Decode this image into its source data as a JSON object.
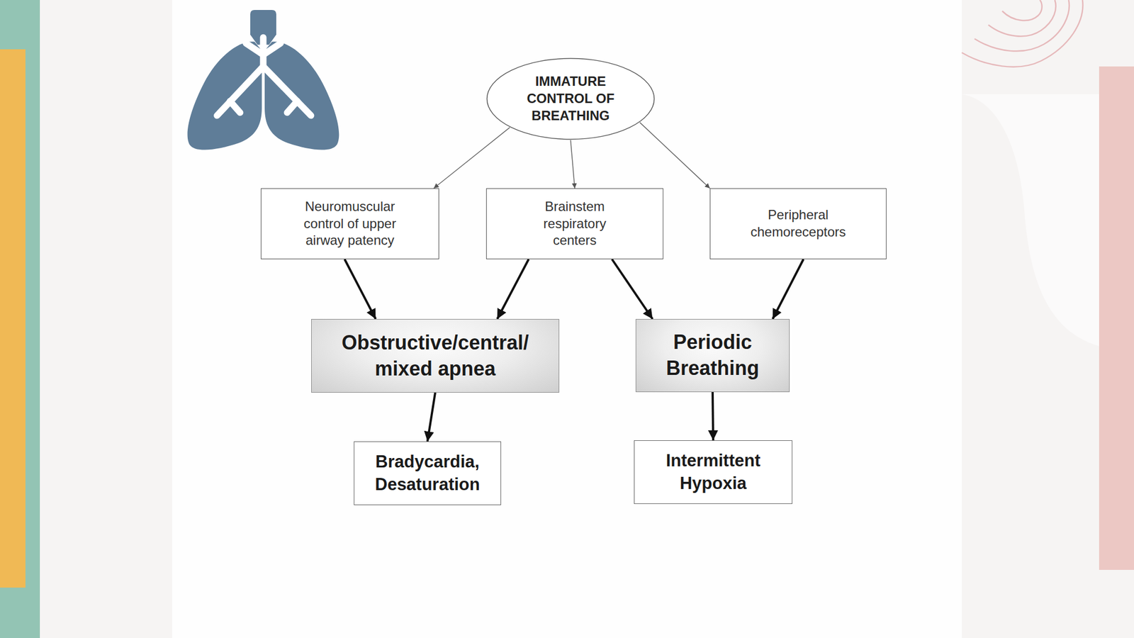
{
  "diagram": {
    "nodes": [
      {
        "text": [
          "IMMATURE CONTROL OF BREATHING"
        ]
      },
      {
        "text": [
          "Neuromuscular control of upper airway patency"
        ]
      },
      {
        "text": [
          "Brainstem respiratory centers"
        ]
      },
      {
        "text": [
          "Peripheral chemoreceptors"
        ]
      },
      {
        "text": [
          "Obstructive/central/ mixed apnea"
        ]
      },
      {
        "text": [
          "Periodic Breathing"
        ]
      },
      {
        "text": [
          "Bradycardia, Desaturation"
        ]
      },
      {
        "text": [
          "Intermittent Hypoxia"
        ]
      }
    ],
    "edges": [
      {
        "from": 0,
        "to": 1,
        "arrow": "to"
      },
      {
        "from": 0,
        "to": 2,
        "arrow": "to"
      },
      {
        "from": 0,
        "to": 3,
        "arrow": "to"
      },
      {
        "from": 1,
        "to": 4,
        "arrow": "to"
      },
      {
        "from": 2,
        "to": 4,
        "arrow": "to"
      },
      {
        "from": 2,
        "to": 5,
        "arrow": "to"
      },
      {
        "from": 3,
        "to": 5,
        "arrow": "to"
      },
      {
        "from": 4,
        "to": 6,
        "arrow": "to"
      },
      {
        "from": 5,
        "to": 7,
        "arrow": "to"
      }
    ]
  }
}
